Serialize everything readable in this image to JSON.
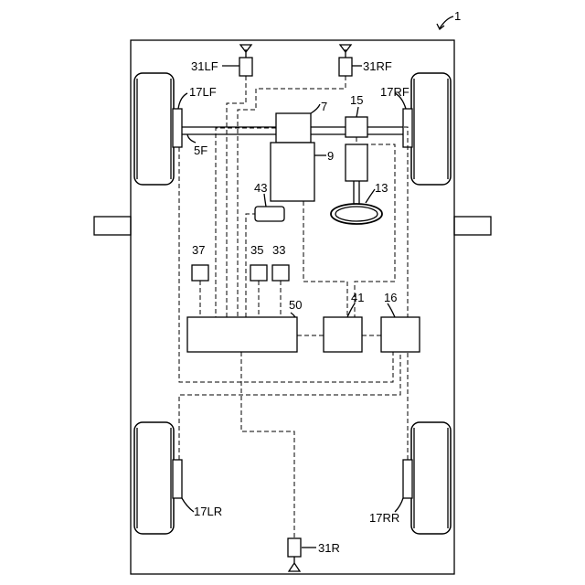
{
  "figure_ref": "1",
  "labels": {
    "sensor_lf": "31LF",
    "sensor_rf": "31RF",
    "sensor_r": "31R",
    "wheel_lf": "17LF",
    "wheel_rf": "17RF",
    "wheel_lr": "17LR",
    "wheel_rr": "17RR",
    "front_axle": "5F",
    "engine": "7",
    "transmission": "9",
    "steering_actuator": "15",
    "steering_wheel": "13",
    "unit_43": "43",
    "unit_37": "37",
    "unit_35": "35",
    "unit_33": "33",
    "controller": "50",
    "unit_41": "41",
    "unit_16": "16"
  }
}
